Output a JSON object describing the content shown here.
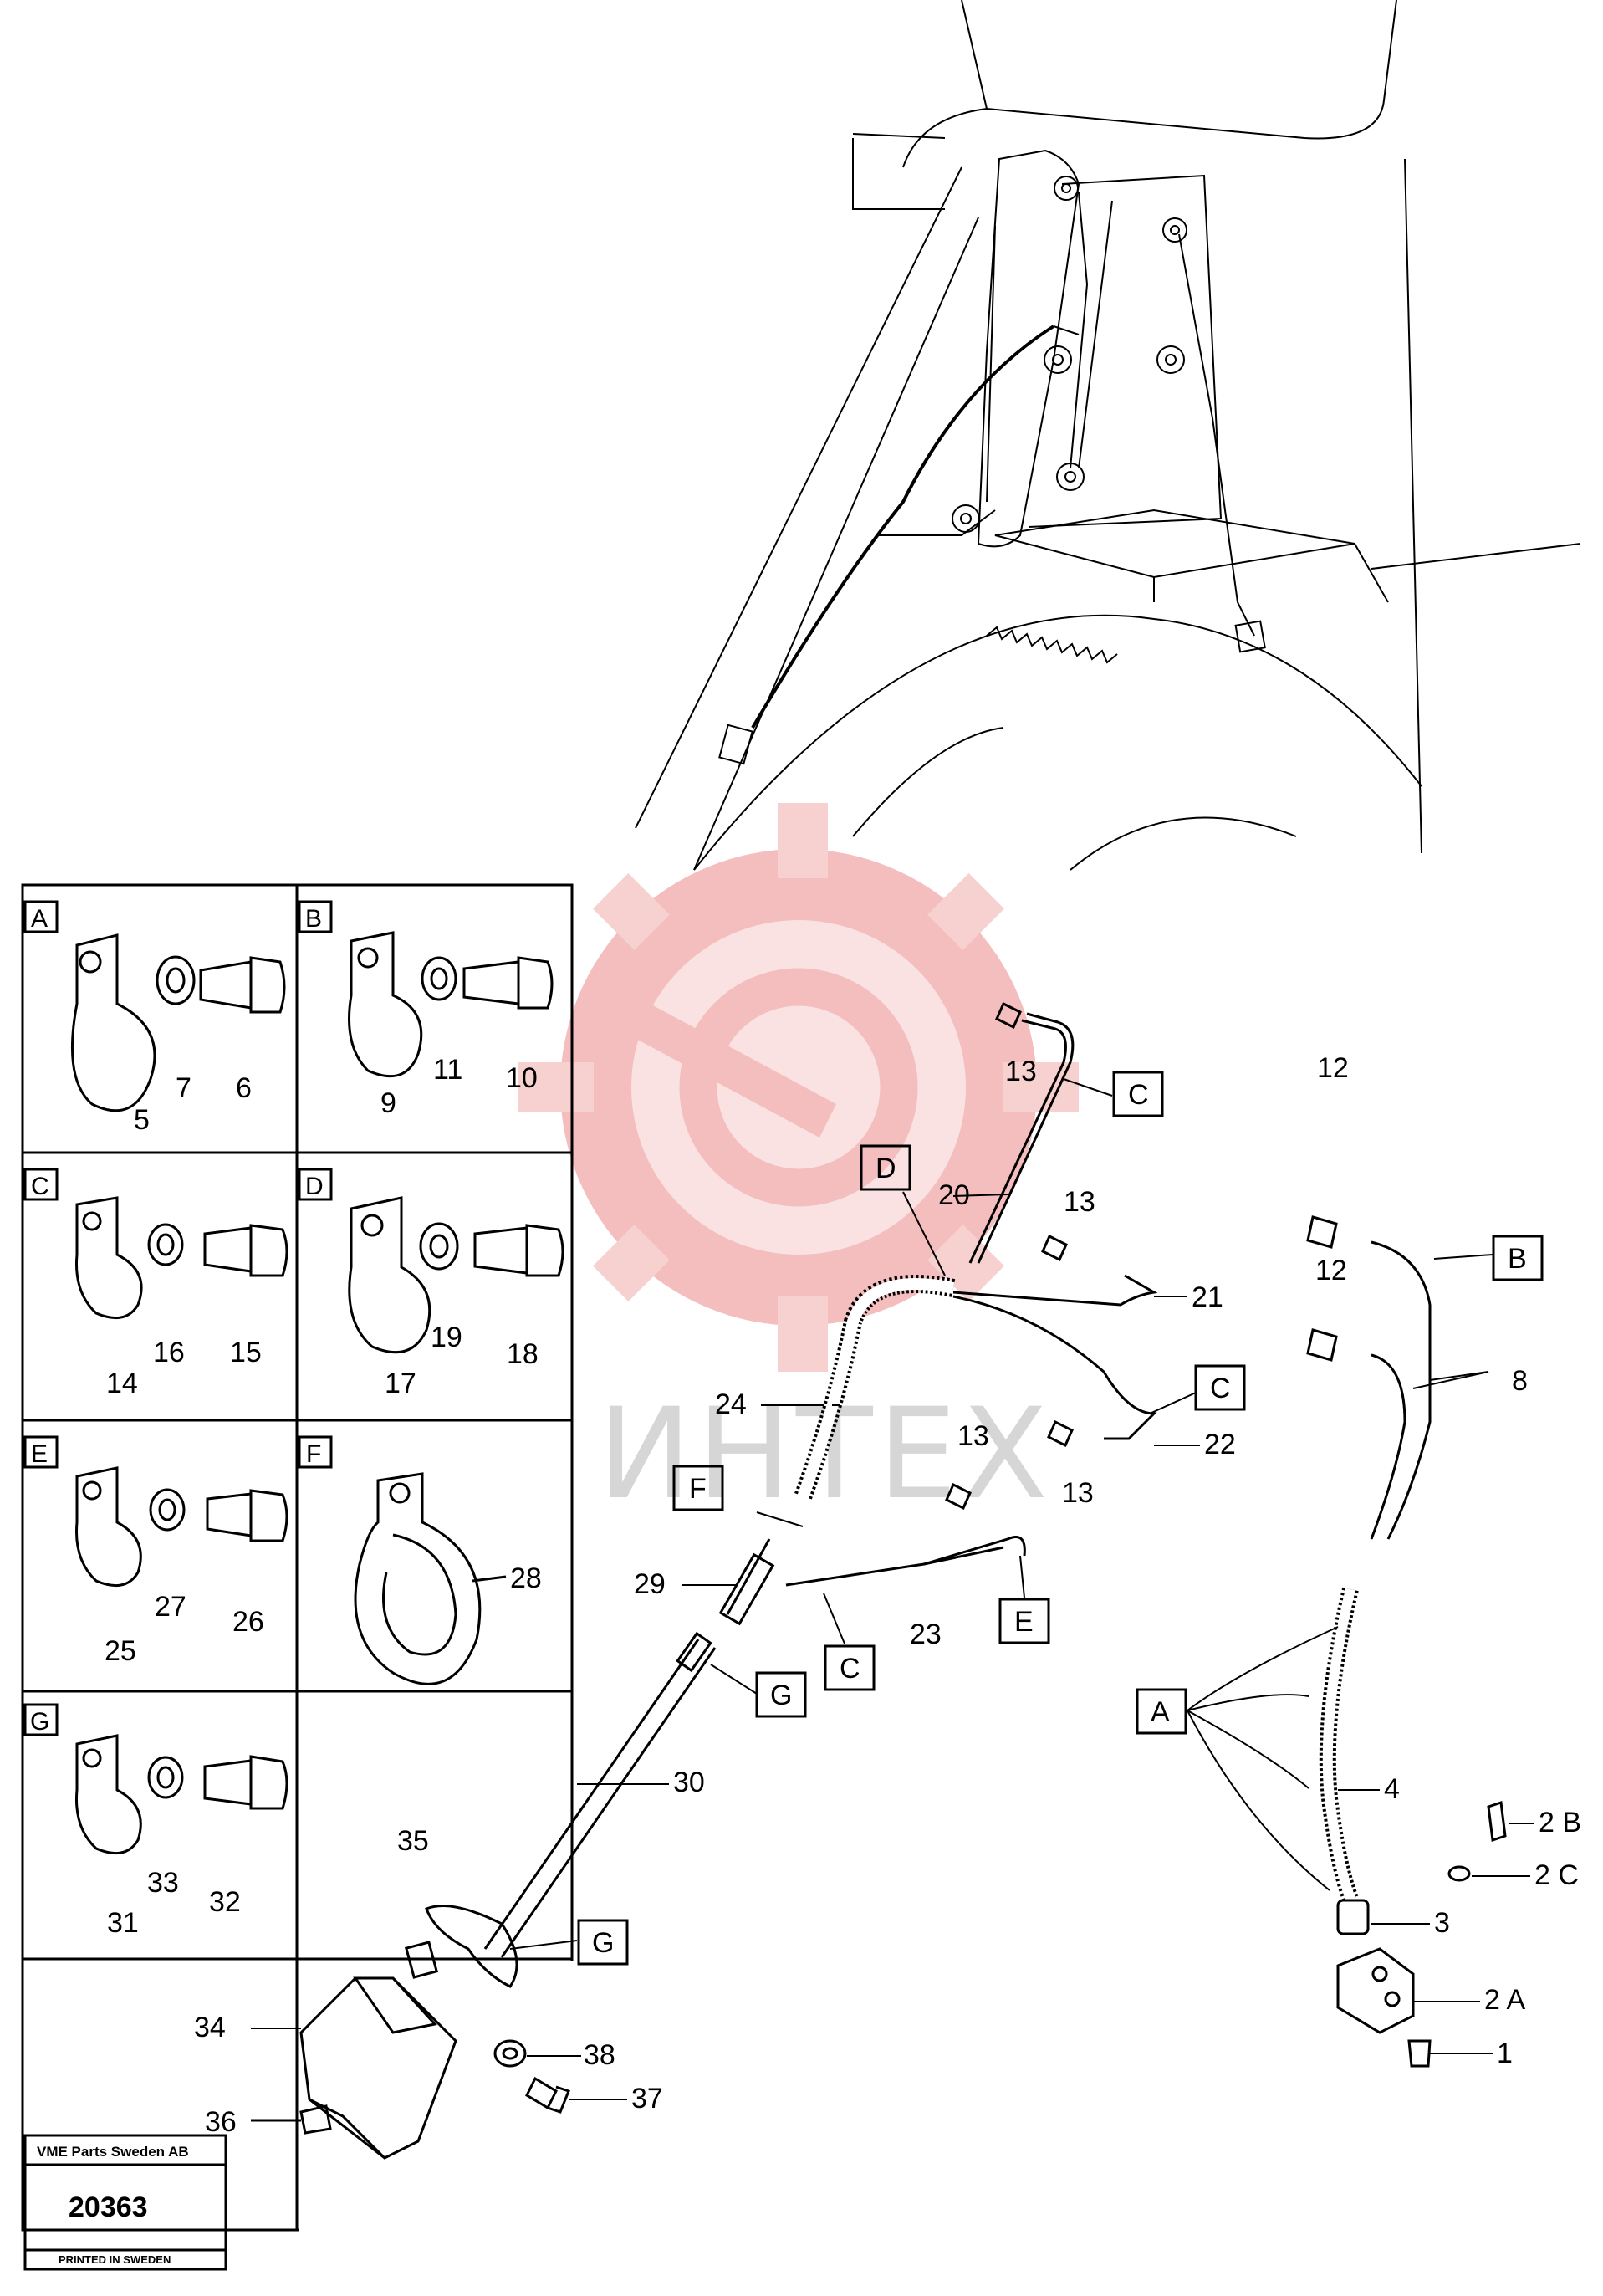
{
  "watermark": {
    "text": "ИНТЕХ",
    "color": "#e84040"
  },
  "panels": [
    {
      "letter": "A",
      "labels": [
        "5",
        "7",
        "6"
      ]
    },
    {
      "letter": "B",
      "labels": [
        "9",
        "11",
        "10"
      ]
    },
    {
      "letter": "C",
      "labels": [
        "14",
        "16",
        "15"
      ]
    },
    {
      "letter": "D",
      "labels": [
        "17",
        "19",
        "18"
      ]
    },
    {
      "letter": "E",
      "labels": [
        "25",
        "27",
        "26"
      ]
    },
    {
      "letter": "F",
      "labels": [
        "28"
      ]
    },
    {
      "letter": "G",
      "labels": [
        "31",
        "33",
        "32"
      ]
    }
  ],
  "callout_boxes": [
    "C",
    "D",
    "B",
    "C",
    "F",
    "E",
    "C",
    "G",
    "A",
    "G"
  ],
  "part_numbers": [
    "13",
    "20",
    "13",
    "21",
    "24",
    "13",
    "22",
    "13",
    "29",
    "23",
    "30",
    "35",
    "34",
    "36",
    "38",
    "37",
    "12",
    "12",
    "8",
    "4",
    "2 B",
    "2 C",
    "3",
    "2 A",
    "1"
  ],
  "footer": {
    "company": "VME Parts Sweden AB",
    "number": "20363",
    "printed": "PRINTED IN SWEDEN"
  }
}
